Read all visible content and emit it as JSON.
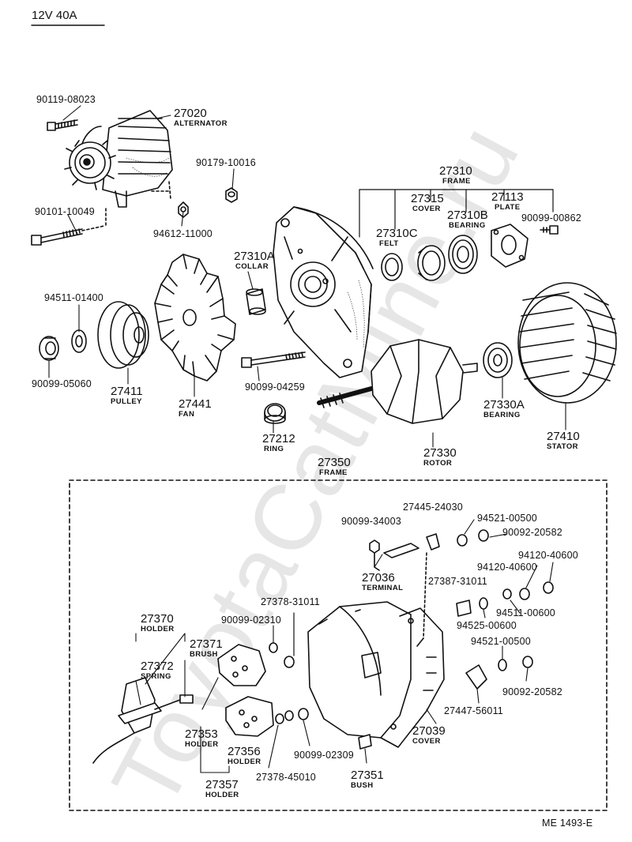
{
  "header": {
    "spec": "12V 40A"
  },
  "watermark": "ToyotaCatMine.ru",
  "footer": {
    "ref": "ME 1493-E"
  },
  "parts": {
    "p90119_08023": "90119-08023",
    "p27020": "27020",
    "n27020": "ALTERNATOR",
    "p90179_10016": "90179-10016",
    "p27310": "27310",
    "n27310": "FRAME",
    "p27315": "27315",
    "n27315": "COVER",
    "p27113": "27113",
    "n27113": "PLATE",
    "p90101_10049": "90101-10049",
    "p27310B": "27310B",
    "n27310B": "BEARING",
    "p90099_00862": "90099-00862",
    "p94612_11000": "94612-11000",
    "p27310C": "27310C",
    "n27310C": "FELT",
    "p27310A": "27310A",
    "n27310A": "COLLAR",
    "p94511_01400": "94511-01400",
    "p90099_05060": "90099-05060",
    "p27411": "27411",
    "n27411": "PULLEY",
    "p27441": "27441",
    "n27441": "FAN",
    "p90099_04259": "90099-04259",
    "p27212": "27212",
    "n27212": "RING",
    "p27330A": "27330A",
    "n27330A": "BEARING",
    "p27410": "27410",
    "n27410": "STATOR",
    "p27330": "27330",
    "n27330": "ROTOR",
    "p27350": "27350",
    "n27350": "FRAME",
    "p27445_24030": "27445-24030",
    "p94521_00500a": "94521-00500",
    "p90099_34003": "90099-34003",
    "p90092_20582a": "90092-20582",
    "p94120_40600a": "94120-40600",
    "p27036": "27036",
    "n27036": "TERMINAL",
    "p94120_40600b": "94120-40600",
    "p27378_31011": "27378-31011",
    "p27387_31011": "27387-31011",
    "p94511_00600": "94511-00600",
    "p27370": "27370",
    "n27370": "HOLDER",
    "p90099_02310": "90099-02310",
    "p94525_00600": "94525-00600",
    "p27371": "27371",
    "n27371": "BRUSH",
    "p94521_00500b": "94521-00500",
    "p27372": "27372",
    "n27372": "SPRING",
    "p90092_20582b": "90092-20582",
    "p27447_56011": "27447-56011",
    "p27039": "27039",
    "n27039": "COVER",
    "p27353": "27353",
    "n27353": "HOLDER",
    "p27356": "27356",
    "n27356": "HOLDER",
    "p90099_02309": "90099-02309",
    "p27357": "27357",
    "n27357": "HOLDER",
    "p27378_45010": "27378-45010",
    "p27351": "27351",
    "n27351": "BUSH"
  }
}
